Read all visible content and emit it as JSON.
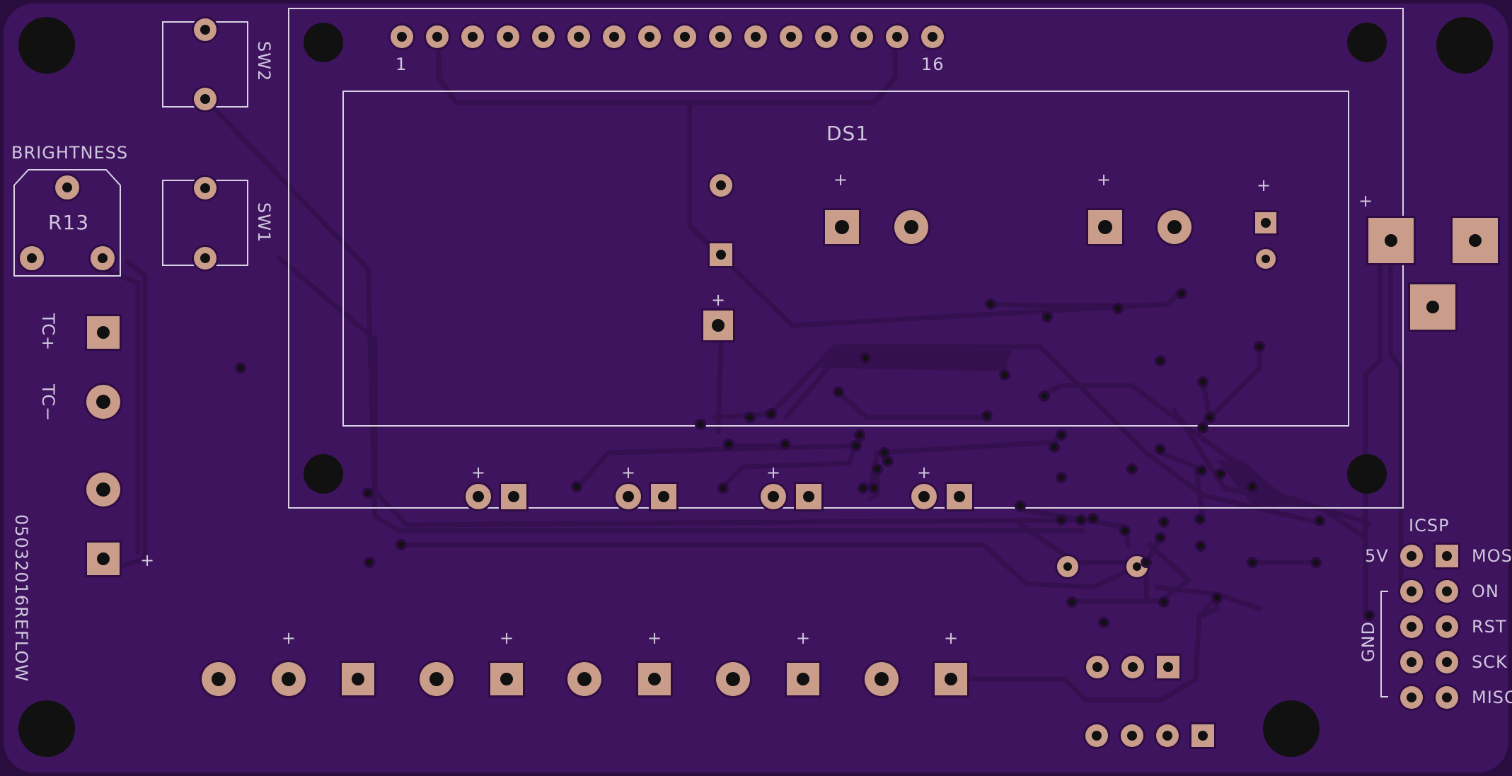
{
  "board": {
    "colors": {
      "substrate": "#3f145f",
      "edge": "#2a0d3f",
      "trace": "#351050",
      "trace_edge": "#2a0c40",
      "pad": "#c99d8a",
      "hole": "#111111",
      "silkscreen": "#d8d2e2"
    }
  },
  "labels": {
    "sw2": "SW2",
    "sw1": "SW1",
    "brightness": "BRIGHTNESS",
    "r13": "R13",
    "tc_plus": "TC+",
    "tc_minus": "TC−",
    "ds1": "DS1",
    "pin_first": "1",
    "pin_last": "16",
    "board_id": "05032016REFLOW",
    "icsp": "ICSP",
    "v5": "5V",
    "mosi": "MOSI",
    "on": "ON",
    "rst": "RST",
    "sck": "SCK",
    "miso": "MISO",
    "gnd": "GND",
    "plus": "+"
  }
}
